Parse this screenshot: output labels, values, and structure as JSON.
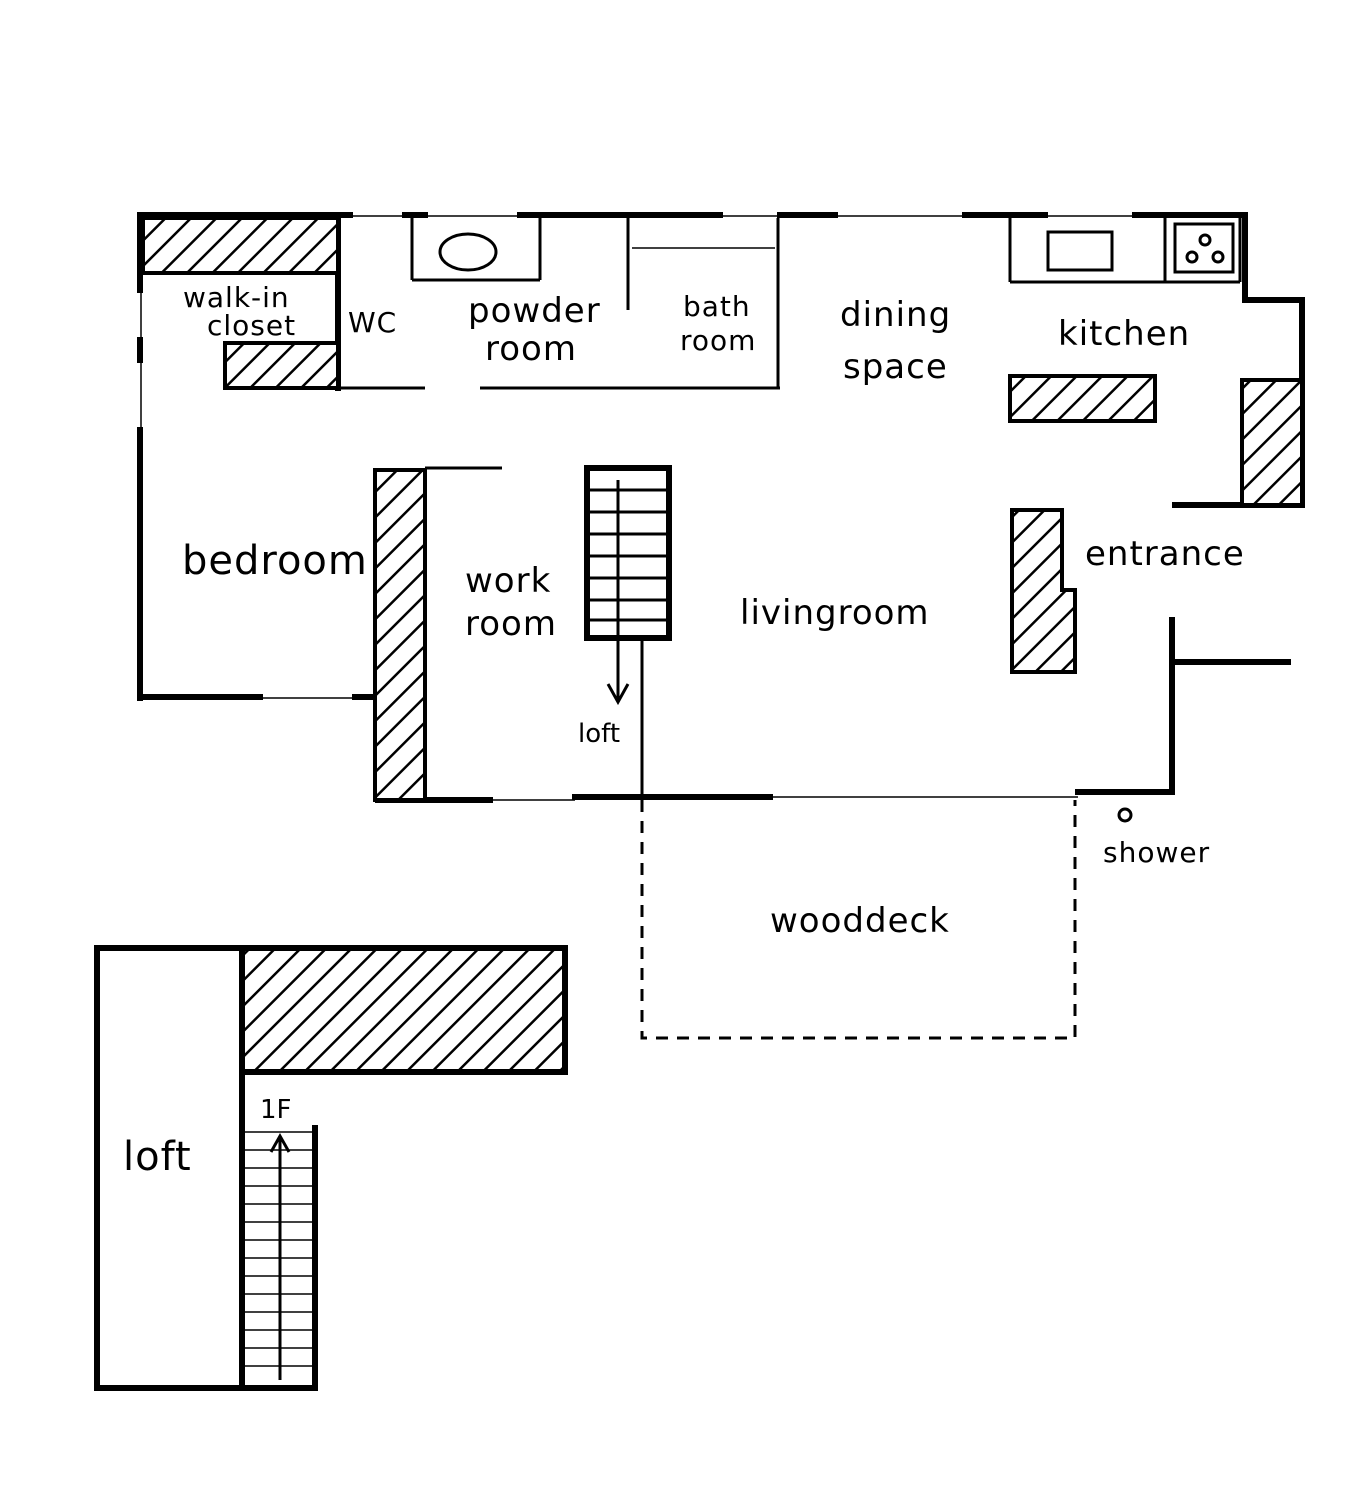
{
  "rooms": {
    "walk_in_closet_1": "walk-in",
    "walk_in_closet_2": "closet",
    "wc": "WC",
    "powder_room_1": "powder",
    "powder_room_2": "room",
    "bath_room_1": "bath",
    "bath_room_2": "room",
    "dining_space_1": "dining",
    "dining_space_2": "space",
    "kitchen": "kitchen",
    "bedroom": "bedroom",
    "work_room_1": "work",
    "work_room_2": "room",
    "living_room": "livingroom",
    "entrance": "entrance",
    "loft_arrow_label": "loft",
    "shower": "shower",
    "wood_deck": "wooddeck",
    "loft": "loft",
    "first_floor": "1F"
  },
  "icons": {
    "stairs": "stairs-icon",
    "bathtub": "bathtub-icon",
    "sink": "sink-icon",
    "stove": "stove-icon",
    "shower": "shower-head-icon"
  },
  "colors": {
    "ink": "#000000",
    "paper": "#ffffff"
  }
}
